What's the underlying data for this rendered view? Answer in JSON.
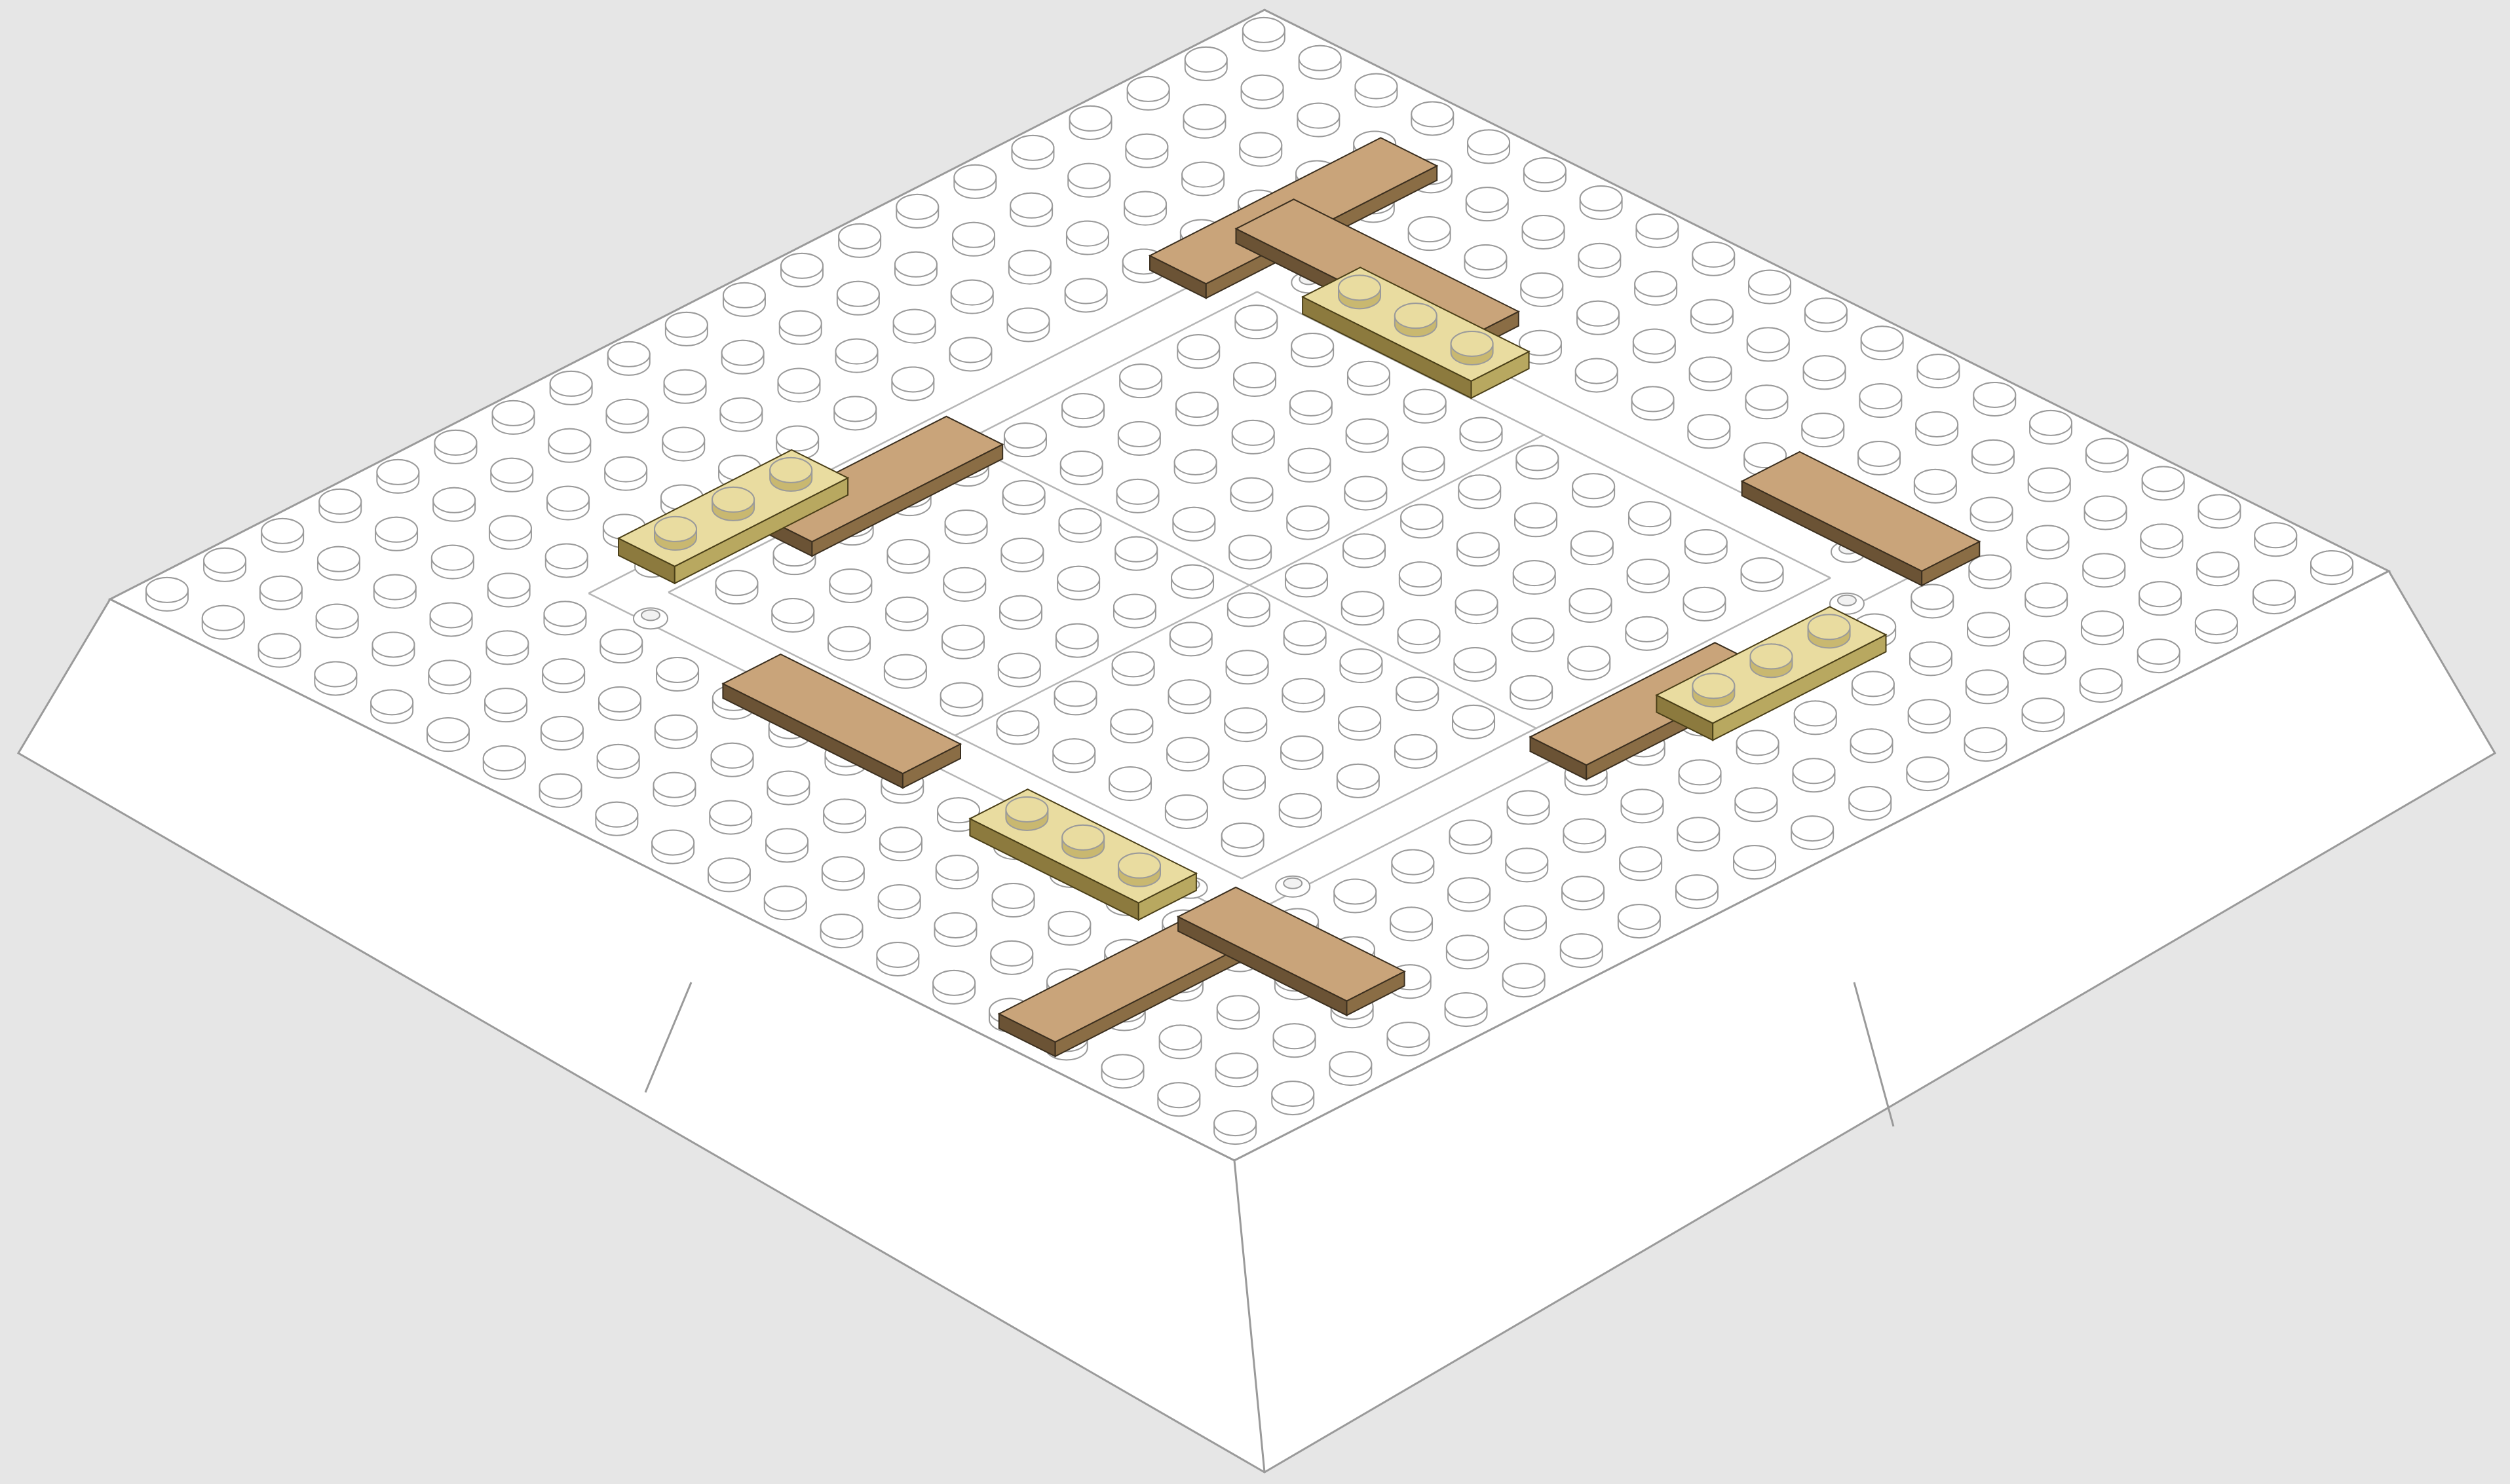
{
  "scene": {
    "kind": "isometric-brick-build-instruction",
    "background_color": "#e6e6e6",
    "base_color": "#ffffff",
    "outline_color": "#9a9a9a",
    "tile_color": "#c9a47a",
    "tile_side_color": "#6b5335",
    "small_plate_color": "#e9dca0",
    "small_plate_side_color": "#8c7a3e"
  },
  "assembly": {
    "tan_tile_count": 8,
    "tan_plate_count": 4,
    "plate_stud_count": 3,
    "edge_round_stud_count": 8
  }
}
